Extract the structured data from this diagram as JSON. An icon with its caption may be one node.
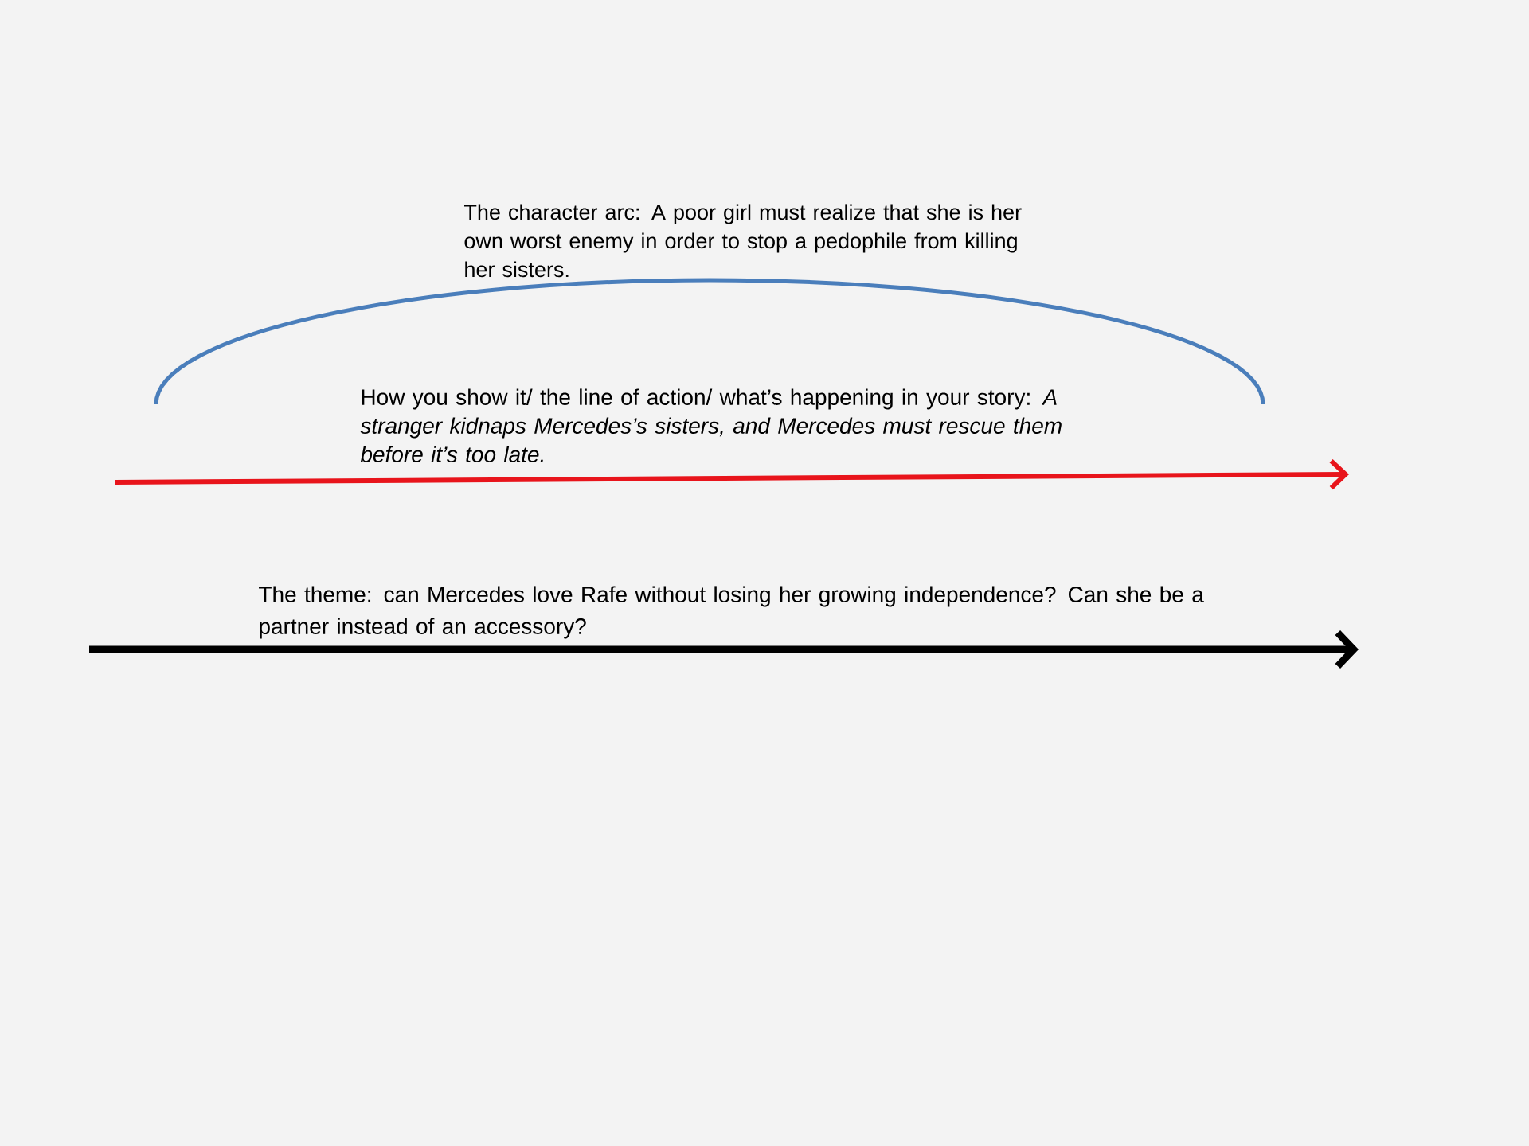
{
  "diagram": {
    "labels": [
      "The character arc: A poor girl must realize that she is her own worst enemy in order to stop a pedophile from killing her sisters.",
      "How you show it/ the line of action/ what’s happening in your story: *A stranger kidnaps Mercedes’s sisters, and Mercedes must rescue them before it’s too late.*",
      "The theme: can Mercedes love Rafe without losing her growing independence? Can she be a partner instead of an accessory?"
    ]
  }
}
